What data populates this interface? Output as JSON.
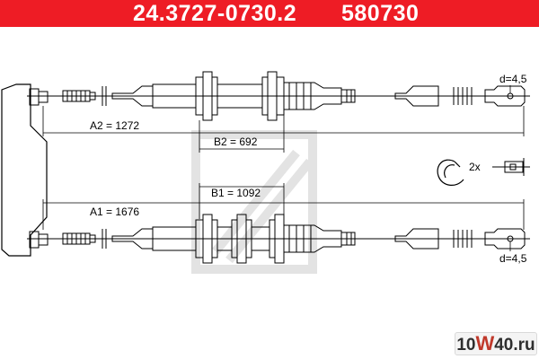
{
  "header": {
    "part_number": "24.3727-0730.2",
    "reference": "580730"
  },
  "dimensions": {
    "a2": "A2 = 1272",
    "b2": "B2 = 692",
    "b1": "B1 = 1092",
    "a1": "A1 = 1676",
    "d_top": "d=4,5",
    "d_bottom": "d=4,5",
    "clip_qty": "2x"
  },
  "watermark": {
    "prefix": "10",
    "big": "W",
    "suffix": "40.ru"
  },
  "colors": {
    "header_bg": "#ee1c25",
    "header_text": "#ffffff",
    "line": "#000000",
    "ghost_logo": "#e3e3e3"
  }
}
